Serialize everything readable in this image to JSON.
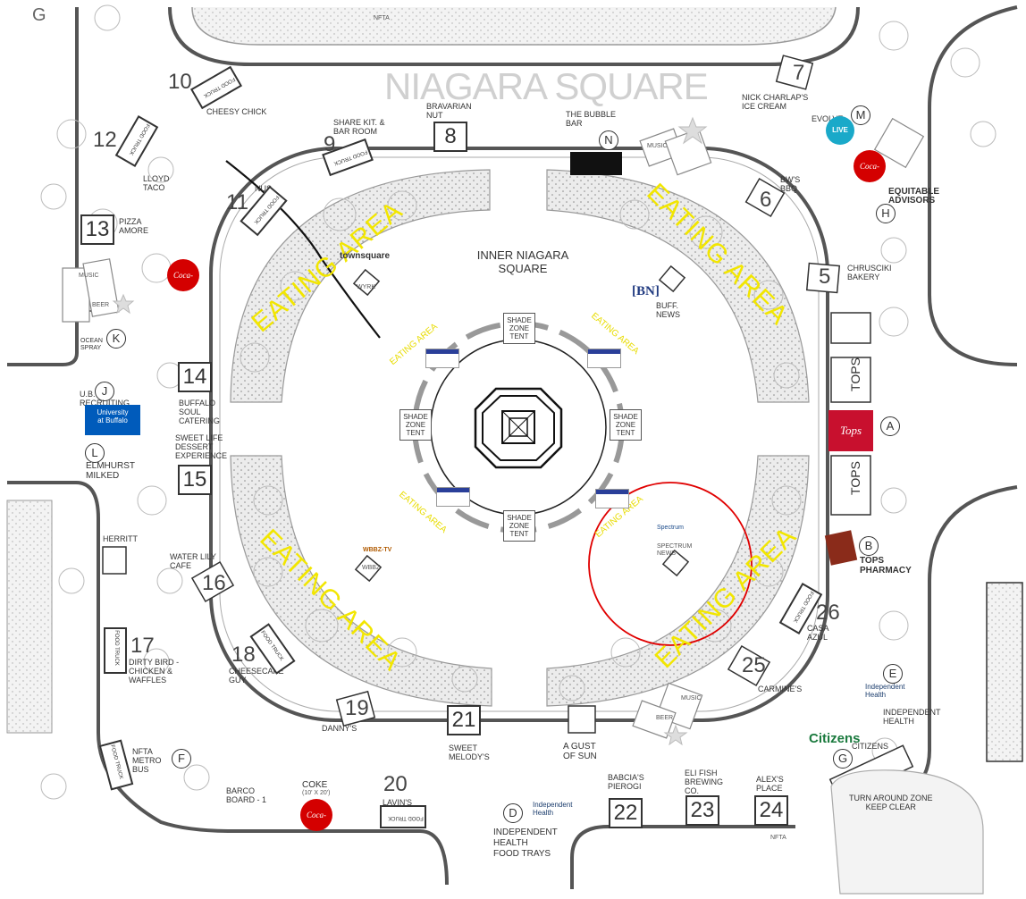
{
  "map": {
    "title": "NIAGARA SQUARE",
    "inner_title": "INNER NIAGARA\nSQUARE",
    "eating_area_label": "EATING AREA",
    "shade_zone_label": "SHADE\nZONE\nTENT",
    "colors": {
      "eating_area_text": "#f2e600",
      "highlight_circle": "#e00000",
      "road_stroke": "#555555",
      "plaza_fill": "#ececec"
    },
    "booths": [
      {
        "num": "10",
        "label": "CHEESY CHICK",
        "kind": "food-truck"
      },
      {
        "num": "12",
        "label": "LLOYD\nTACO",
        "kind": "food-truck"
      },
      {
        "num": "13",
        "label": "PIZZA\nAMORE",
        "kind": "box"
      },
      {
        "num": "9",
        "label": "SHARE KIT. &\nBAR ROOM",
        "kind": "food-truck"
      },
      {
        "num": "8",
        "label": "BRAVARIAN\nNUT",
        "kind": "box"
      },
      {
        "num": "11",
        "label": "NUS",
        "kind": "food-truck"
      },
      {
        "num": "7",
        "label": "NICK CHARLAP'S\nICE CREAM",
        "kind": "box"
      },
      {
        "num": "6",
        "label": "BW'S\nBBQ",
        "kind": "box"
      },
      {
        "num": "5",
        "label": "CHRUSCIKI\nBAKERY",
        "kind": "box"
      },
      {
        "num": "14",
        "label": "BUFFALO\nSOUL\nCATERING",
        "kind": "box"
      },
      {
        "num": "15",
        "label": "SWEET LIFE\nDESSERT\nEXPERIENCE",
        "kind": "box"
      },
      {
        "num": "16",
        "label": "WATER LILY\nCAFE",
        "kind": "box"
      },
      {
        "num": "17",
        "label": "DIRTY BIRD -\nCHICKEN &\nWAFFLES",
        "kind": "food-truck"
      },
      {
        "num": "18",
        "label": "CHEESECAKE\nGUY",
        "kind": "food-truck"
      },
      {
        "num": "19",
        "label": "DANNY'S",
        "kind": "box"
      },
      {
        "num": "21",
        "label": "SWEET\nMELODY'S",
        "kind": "box"
      },
      {
        "num": "20",
        "label": "LAVIN'S\nFOOD\nTRUCK",
        "kind": "food-truck"
      },
      {
        "num": "22",
        "label": "BABCIA'S\nPIEROGI",
        "kind": "box"
      },
      {
        "num": "23",
        "label": "ELI FISH\nBREWING\nCO.",
        "kind": "box"
      },
      {
        "num": "24",
        "label": "ALEX'S\nPLACE",
        "kind": "box"
      },
      {
        "num": "25",
        "label": "CARMINE'S",
        "kind": "box"
      },
      {
        "num": "26",
        "label": "CASA\nAZUL",
        "kind": "food-truck"
      }
    ],
    "letters": [
      {
        "id": "M",
        "label": "EVOLVE"
      },
      {
        "id": "H",
        "label": "EQUITABLE\nADVISORS"
      },
      {
        "id": "N",
        "label": "THE BUBBLE\nBAR"
      },
      {
        "id": "K",
        "label": "OCEAN\nSPRAY"
      },
      {
        "id": "J",
        "label": "U.B.\nRECRUITING"
      },
      {
        "id": "L",
        "label": "ELMHURST\nMILKED"
      },
      {
        "id": "A",
        "label": "TOPS"
      },
      {
        "id": "B",
        "label": "TOPS\nPHARMACY"
      },
      {
        "id": "E",
        "label": "INDEPENDENT\nHEALTH"
      },
      {
        "id": "F",
        "label": "NFTA\nMETRO\nBUS"
      },
      {
        "id": "D",
        "label": "INDEPENDENT\nHEALTH\nFOOD TRAYS"
      },
      {
        "id": "G",
        "label": "CITIZENS"
      }
    ],
    "other_labels": {
      "coke": "COKE",
      "coke_size": "(10' X 20')",
      "barco": "BARCO\nBOARD - 1",
      "gust": "A GUST\nOF SUN",
      "herritt": "HERRITT",
      "turnaround": "TURN AROUND ZONE\nKEEP CLEAR",
      "buff_news": "BUFF.\nNEWS",
      "spectrum_news": "SPECTRUM\nNEWS",
      "tops_branded": "TOPS",
      "nfta": "NFTA",
      "music": "MUSIC",
      "beer": "BEER",
      "wyrk": "WYRK",
      "wbbz": "WBBZ",
      "g_letter": "G"
    },
    "brands": {
      "coke": "Coca-Cola",
      "tops": "Tops",
      "ub": "University\nat Buffalo",
      "live": "LIVE",
      "citizens": "Citizens",
      "independent_health": "Independent\nHealth",
      "bn": "BN",
      "townsquare": "townsquare",
      "spectrum": "Spectrum",
      "wbbz_tv": "WBBZ-TV"
    }
  }
}
